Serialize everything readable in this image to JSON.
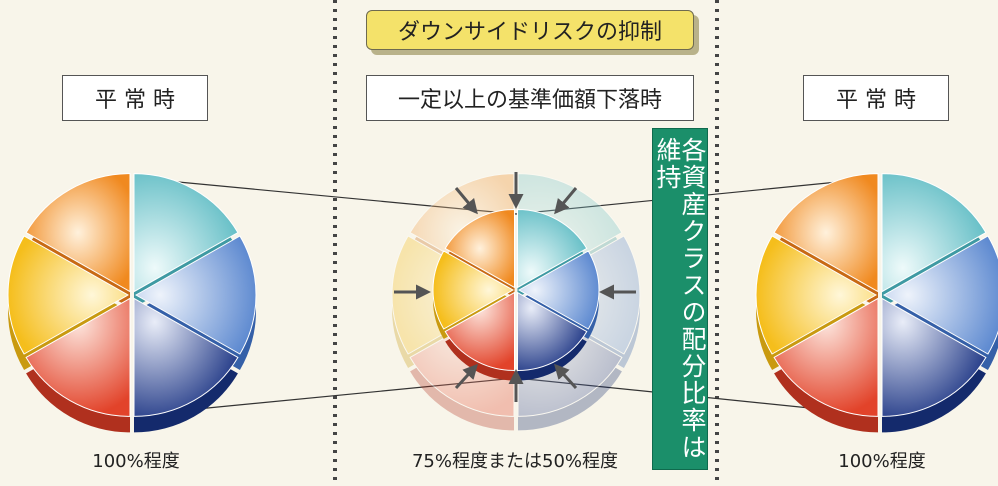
{
  "title": "ダウンサイドリスクの抑制",
  "left_panel": {
    "label": "平 常 時",
    "caption": "100%程度"
  },
  "center_panel": {
    "label": "一定以上の基準価額下落時",
    "caption": "75%程度または50%程度"
  },
  "right_panel": {
    "label": "平 常 時",
    "caption": "100%程度"
  },
  "banner": "各資産クラスの配分比率は維持",
  "colors": {
    "background": "#f8f5ea",
    "title_fill": "#f4e26a",
    "banner_fill": "#1b8f6a",
    "orange": "#f08a2a",
    "yellow": "#f6c22c",
    "red": "#e3482d",
    "navy": "#1f3a8a",
    "blue": "#5d89d2",
    "cyan": "#6fc4c9"
  },
  "icons": [
    "down-arrow-icon",
    "right-arrow-icon",
    "left-arrow-icon",
    "up-arrow-icon"
  ]
}
